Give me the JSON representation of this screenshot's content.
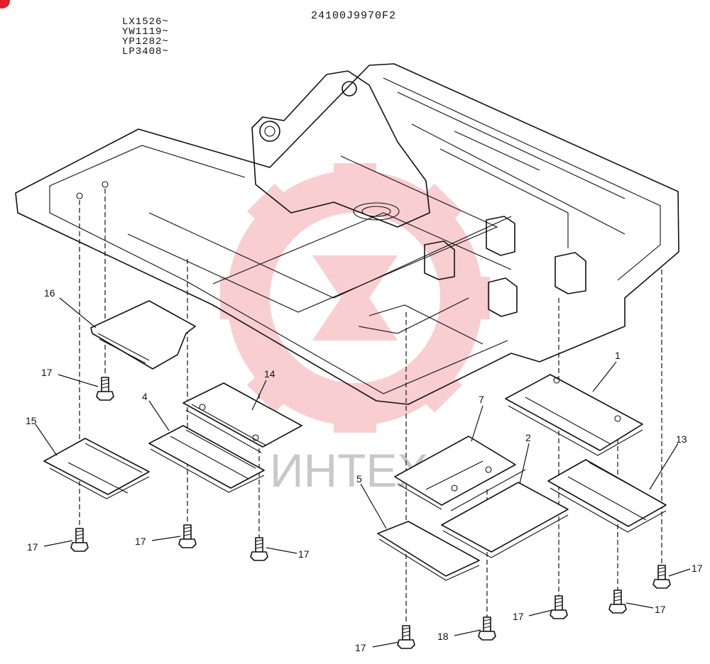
{
  "header": {
    "serials": [
      "LX1526~",
      "YW1119~",
      "YP1282~",
      "LP3408~"
    ],
    "part_number": "24100J9970F2"
  },
  "watermark": {
    "text": "ИНТЕХ",
    "color": "#e8262e"
  },
  "callouts": {
    "c16": "16",
    "c17a": "17",
    "c15": "15",
    "c4": "4",
    "c14": "14",
    "c17b": "17",
    "c17c": "17",
    "c17d": "17",
    "c7": "7",
    "c1": "1",
    "c2": "2",
    "c13": "13",
    "c5": "5",
    "c17e": "17",
    "c17f": "17",
    "c17g": "17",
    "c18": "18",
    "c17h": "17"
  }
}
